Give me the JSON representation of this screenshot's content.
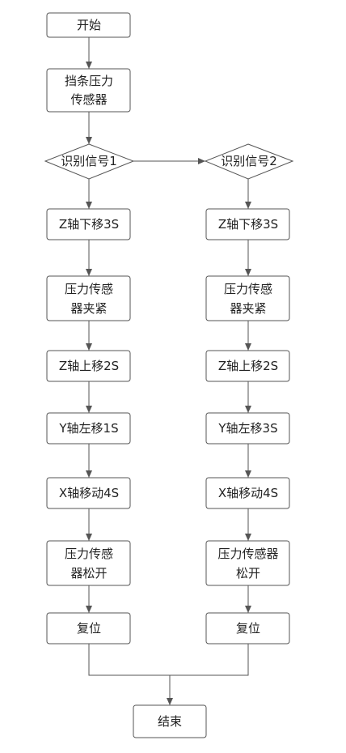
{
  "nodes": {
    "start": "开始",
    "sensor_line1": "挡条压力",
    "sensor_line2": "传感器",
    "detect1": "识别信号1",
    "detect2": "识别信号2",
    "left": {
      "z_down": "Z轴下移3S",
      "clamp_line1": "压力传感",
      "clamp_line2": "器夹紧",
      "z_up": "Z轴上移2S",
      "y_left": "Y轴左移1S",
      "x_move": "X轴移动4S",
      "release_line1": "压力传感",
      "release_line2": "器松开",
      "reset": "复位"
    },
    "right": {
      "z_down": "Z轴下移3S",
      "clamp_line1": "压力传感",
      "clamp_line2": "器夹紧",
      "z_up": "Z轴上移2S",
      "y_left": "Y轴左移3S",
      "x_move": "X轴移动4S",
      "release_line1": "压力传感器",
      "release_line2": "松开",
      "reset": "复位"
    },
    "end": "结束"
  }
}
